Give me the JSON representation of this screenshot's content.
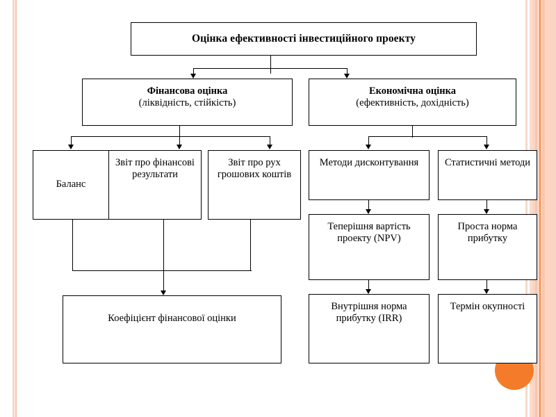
{
  "slide": {
    "background_color": "#ffffff",
    "accent_color": "#f47b29",
    "border_color": "#fbd5c2",
    "line_color": "#000000"
  },
  "diagram": {
    "type": "hierarchy-flowchart",
    "title_box": {
      "label": "Оцінка ефективності інвестиційного проекту"
    },
    "level2": [
      {
        "label_bold": "Фінансова оцінка",
        "label_sub": "(ліквідність, стійкість)"
      },
      {
        "label_bold": "Економічна оцінка",
        "label_sub": "(ефективність, дохідність)"
      }
    ],
    "left_branch": [
      {
        "label": "Баланс"
      },
      {
        "label": "Звіт про фінансові результати"
      },
      {
        "label": "Звіт про рух грошових коштів"
      }
    ],
    "left_result": {
      "label": "Коефіцієнт фінансової оцінки"
    },
    "right_column_1": [
      {
        "label": "Методи дисконтування"
      },
      {
        "label": "Теперішня вартість проекту (NPV)"
      },
      {
        "label": "Внутрішня норма прибутку (IRR)"
      }
    ],
    "right_column_2": [
      {
        "label": "Статистичні методи"
      },
      {
        "label": "Проста норма прибутку"
      },
      {
        "label": "Термін окупності"
      }
    ]
  }
}
